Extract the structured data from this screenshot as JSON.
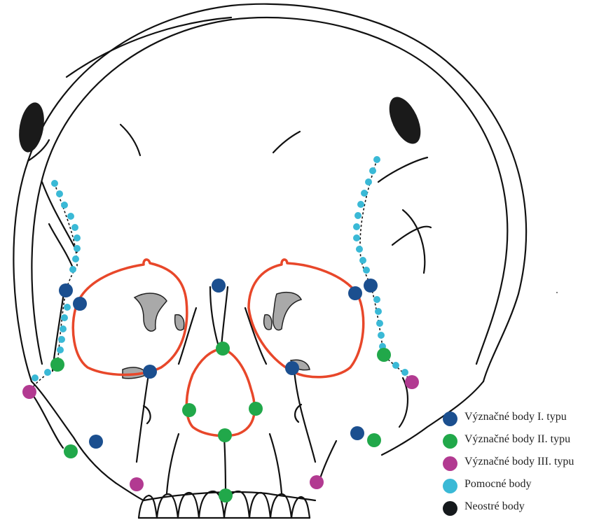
{
  "colors": {
    "outline": "#111111",
    "contour": "#e8472a",
    "fill_gray": "#a9a9a9",
    "black_blob": "#1a1a1a"
  },
  "legend": {
    "items": [
      {
        "label": "Význačné body I. typu",
        "color": "#1b4f8f"
      },
      {
        "label": "Význačné body II. typu",
        "color": "#21a84a"
      },
      {
        "label": "Význačné body III. typu",
        "color": "#b23a91"
      },
      {
        "label": "Pomocné body",
        "color": "#3ab9d6"
      },
      {
        "label": "Neostré body",
        "color": "#15191c"
      }
    ]
  }
}
